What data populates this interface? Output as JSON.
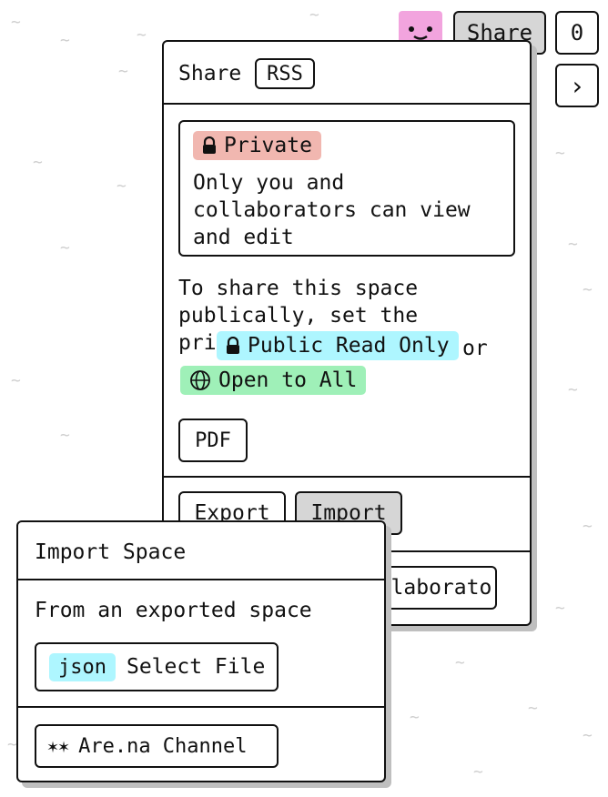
{
  "topbar": {
    "share_label": "Share",
    "count": "0",
    "next_glyph": "›"
  },
  "share_panel": {
    "title": "Share",
    "rss_label": "RSS",
    "privacy_badge": "Private",
    "privacy_desc": "Only you and collaborators can view and edit",
    "hint_text": "To share this space publically, set the privacy to",
    "option_public": "Public Read Only",
    "or_text": "or",
    "option_open": "Open to All",
    "pdf_label": "PDF",
    "export_label": "Export",
    "import_label": "Import",
    "collaborators_label": "Collaborators"
  },
  "import_panel": {
    "title": "Import Space",
    "subtitle": "From an exported space",
    "json_badge": "json",
    "select_file_label": "Select File",
    "arena_glyph": "✶✶",
    "arena_label": "Are.na Channel"
  },
  "colors": {
    "private_bg": "#f1b7b0",
    "public_bg": "#aef6ff",
    "open_bg": "#9ff0b8",
    "import_btn_bg": "#d6d6d6",
    "share_btn_bg": "#d6d6d6",
    "avatar_bg": "#f2a4de"
  }
}
